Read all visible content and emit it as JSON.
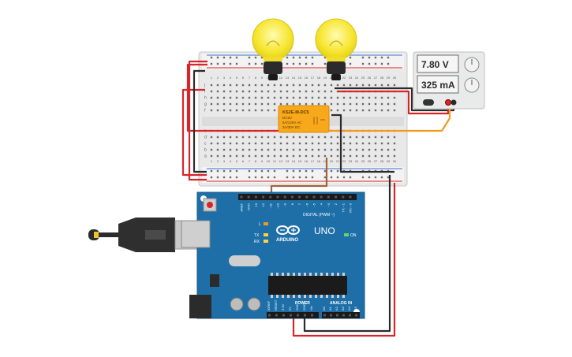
{
  "power_supply": {
    "voltage_display": "7.80 V",
    "current_display": "325 mA"
  },
  "relay": {
    "part_number": "KS2E-M-DC5",
    "rating_line1": "DC5V",
    "rating_line2": "5A/125V AC",
    "rating_line3": "3A/30V DC"
  },
  "arduino": {
    "brand": "ARDUINO",
    "model": "UNO",
    "digital_header_label": "DIGITAL (PWM ~)",
    "power_label": "POWER",
    "analog_label": "ANALOG IN",
    "on_label": "ON",
    "l_label": "L",
    "tx_label": "TX",
    "rx_label": "RX",
    "digital_pins": [
      "AREF",
      "GND",
      "13",
      "12",
      "~11",
      "~10",
      "~9",
      "8",
      "7",
      "~6",
      "~5",
      "4",
      "~3",
      "2",
      "TX→1",
      "RX←0"
    ],
    "power_pins": [
      "IOREF",
      "RESET",
      "3.3V",
      "5V",
      "GND",
      "GND",
      "Vin"
    ],
    "analog_pins": [
      "A0",
      "A1",
      "A2",
      "A3",
      "A4",
      "A5"
    ]
  },
  "breadboard": {
    "row_letters_top": [
      "j",
      "i",
      "h",
      "g",
      "f"
    ],
    "row_letters_bottom": [
      "e",
      "d",
      "c",
      "b",
      "a"
    ],
    "column_numbers": [
      "1",
      "2",
      "3",
      "4",
      "5",
      "6",
      "7",
      "8",
      "9",
      "10",
      "11",
      "12",
      "13",
      "14",
      "15",
      "16",
      "17",
      "18",
      "19",
      "20",
      "21",
      "22",
      "23",
      "24",
      "25",
      "26",
      "27",
      "28",
      "29",
      "30"
    ]
  },
  "colors": {
    "wire_red": "#d9242a",
    "wire_black": "#2b2b2b",
    "wire_orange": "#f29a1f",
    "wire_brown": "#a0643a",
    "arduino_blue": "#1e6fa8",
    "relay_orange": "#f7a81b",
    "bulb_yellow": "#f9e934"
  }
}
